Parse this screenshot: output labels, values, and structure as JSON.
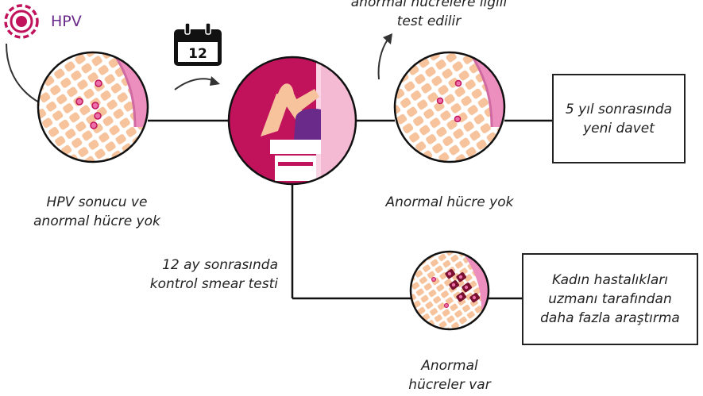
{
  "hpv_label": "HPV",
  "calendar_number": "12",
  "top_caption": [
    "anormal hücrelere ilgili",
    "test edilir"
  ],
  "step1_label": [
    "HPV sonucu ve",
    "anormal hücre yok"
  ],
  "step3_label": "Anormal hücre yok",
  "box_right": [
    "5 yıl sonrasında",
    "yeni davet"
  ],
  "followup_label": [
    "12 ay sonrasında",
    "kontrol smear testi"
  ],
  "abnormal_label": [
    "Anormal",
    "hücreler var"
  ],
  "box_bottom": [
    "Kadın hastalıkları",
    "uzmanı tarafından",
    "daha fazla araştırma"
  ],
  "colors": {
    "accent_magenta": "#c0135b",
    "hpv_purple": "#6a2a8a",
    "cell_orange": "#f6c39c",
    "tissue_pink": "#ec8fbf",
    "abnormal_dark": "#7a1030"
  }
}
